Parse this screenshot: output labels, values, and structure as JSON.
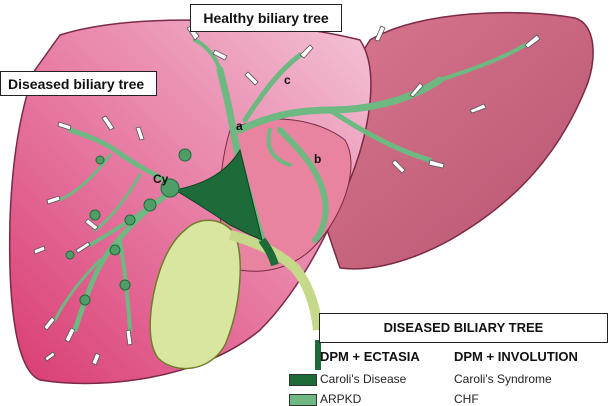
{
  "labels": {
    "healthy": "Healthy biliary tree",
    "diseased": "Diseased biliary tree",
    "panel_title": "DISEASED BILIARY TREE"
  },
  "markers": {
    "a": "a",
    "b": "b",
    "c": "c",
    "cy": "Cy"
  },
  "legend": {
    "col1_header": "DPM + ECTASIA",
    "col2_header": "DPM + INVOLUTION",
    "rows": [
      {
        "color": "#1e6b3a",
        "left": "Caroli's Disease",
        "right": "Caroli's Syndrome"
      },
      {
        "color": "#6db981",
        "left": "ARPKD",
        "right": "CHF"
      }
    ]
  },
  "colors": {
    "liver_dark": "#d93c73",
    "liver_light": "#f2b3cb",
    "liver_right_lobe": "#c9637f",
    "gallbladder": "#d9e6a0",
    "duct_dark": "#1e6b3a",
    "duct_light": "#6db981"
  }
}
